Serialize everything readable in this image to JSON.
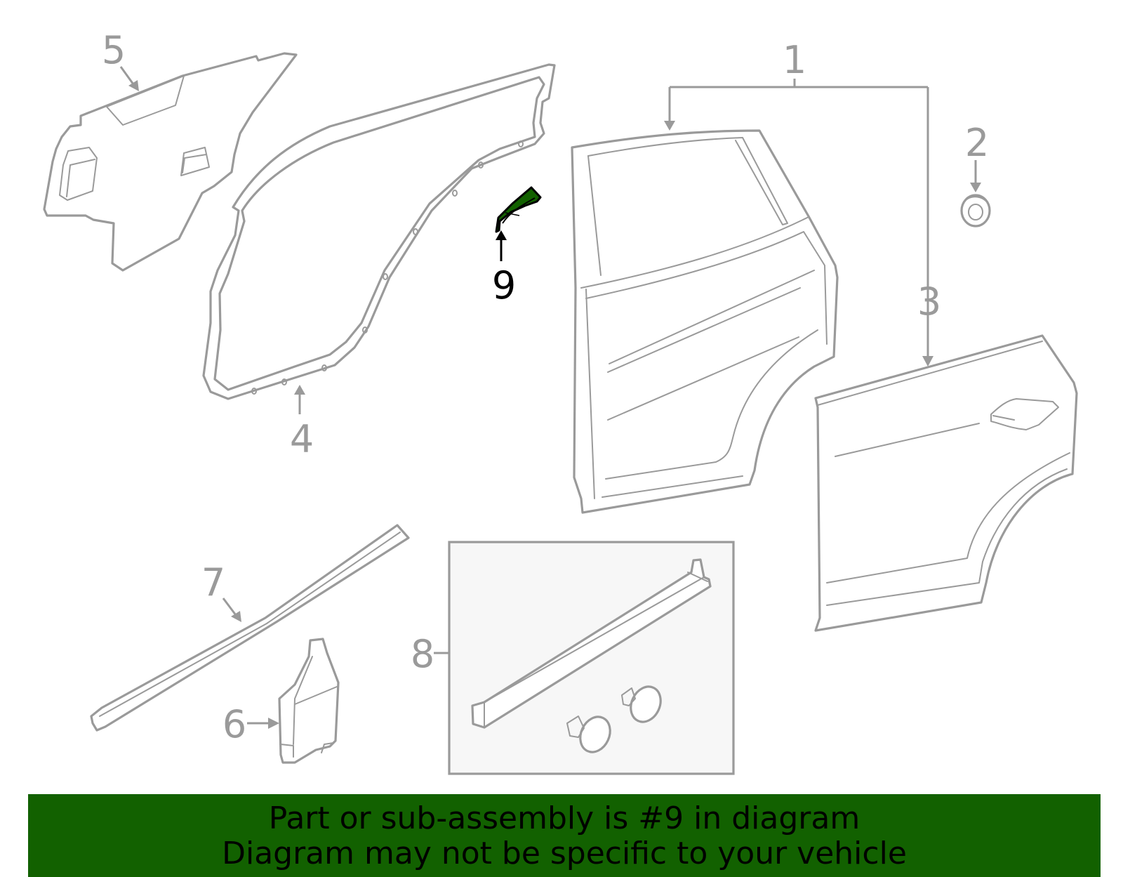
{
  "callouts": {
    "c1": "1",
    "c2": "2",
    "c3": "3",
    "c4": "4",
    "c5": "5",
    "c6": "6",
    "c7": "7",
    "c8": "8",
    "c9": "9"
  },
  "highlight_part": "9",
  "colors": {
    "outline": "#9a9a9a",
    "highlight": "#126100",
    "banner_bg": "#126100",
    "kit_box_bg": "#f7f7f7"
  },
  "banner": {
    "line1": "Part or sub-assembly is #9 in diagram",
    "line2": "Diagram may not be specific to your vehicle"
  }
}
